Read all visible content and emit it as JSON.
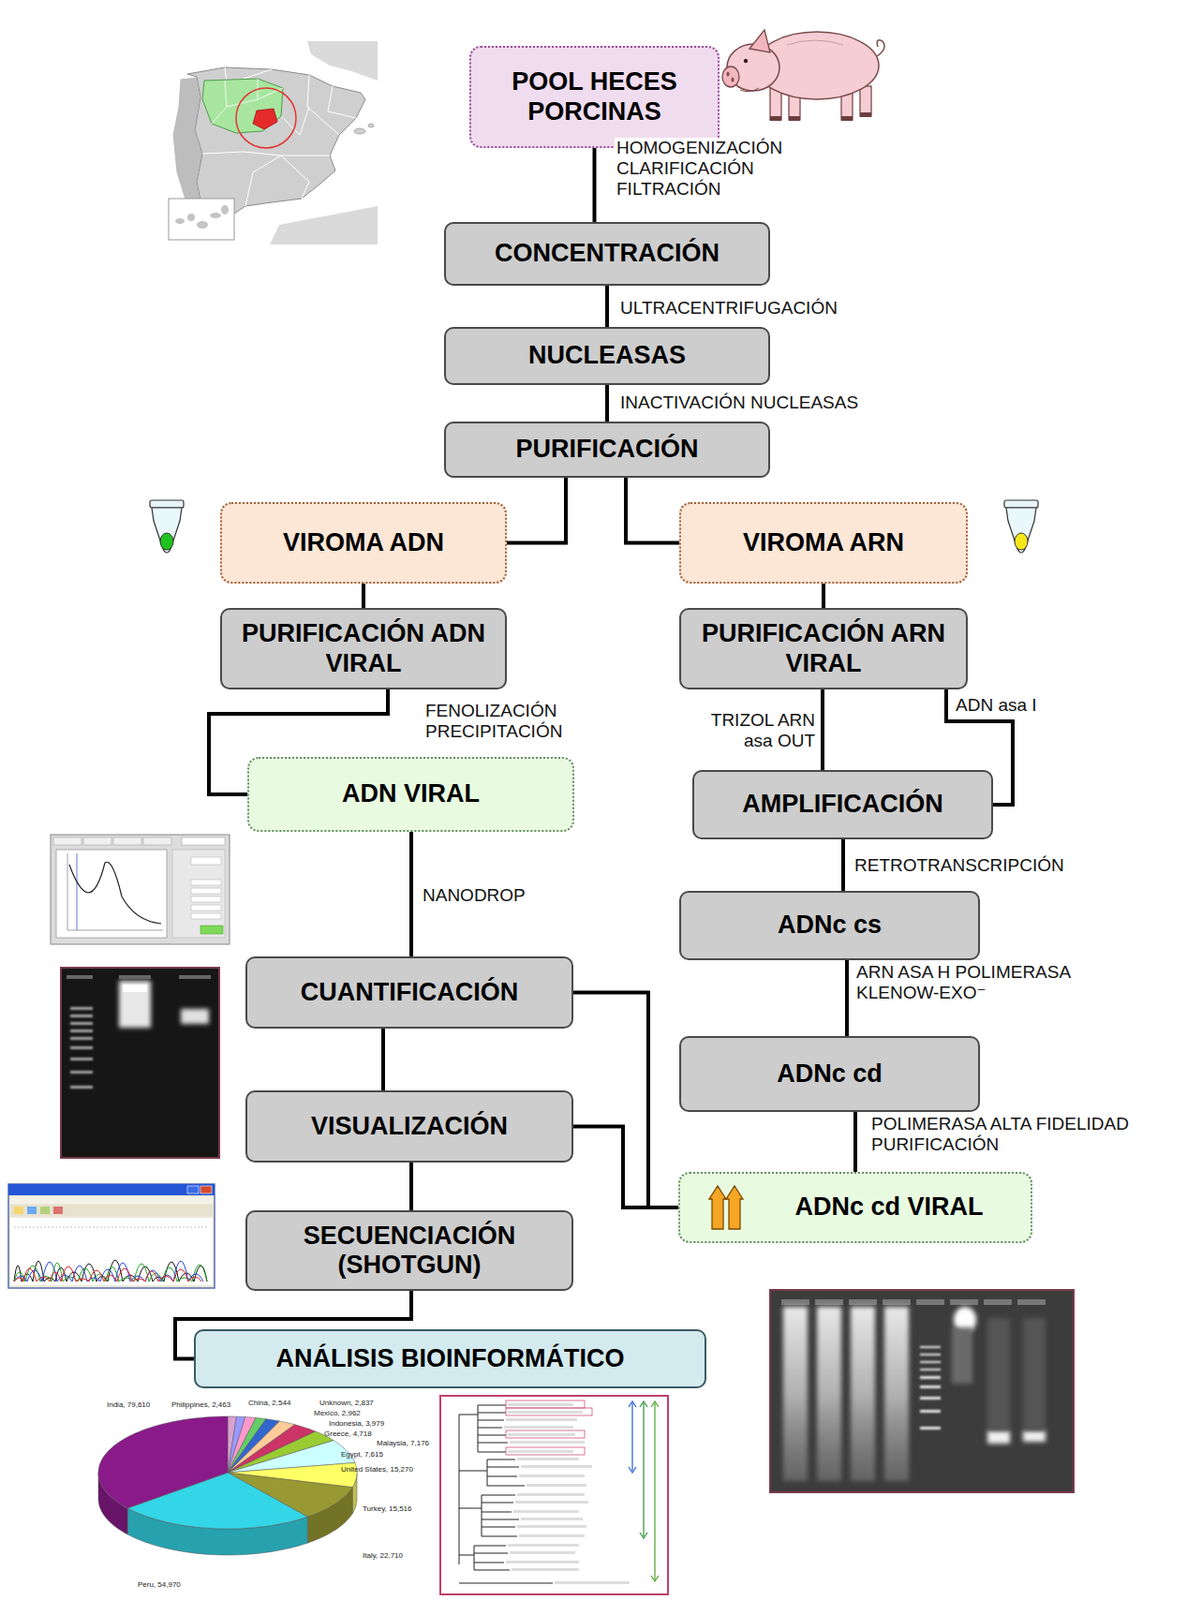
{
  "diagram": {
    "nodes": [
      {
        "text": [
          "POOL HECES PORCINAS"
        ]
      },
      {
        "text": [
          "CONCENTRACIÓN"
        ]
      },
      {
        "text": [
          "NUCLEASAS"
        ]
      },
      {
        "text": [
          "PURIFICACIÓN"
        ]
      },
      {
        "text": [
          "VIROMA ADN"
        ]
      },
      {
        "text": [
          "VIROMA ARN"
        ]
      },
      {
        "text": [
          "PURIFICACIÓN ADN VIRAL"
        ]
      },
      {
        "text": [
          "PURIFICACIÓN ARN VIRAL"
        ]
      },
      {
        "text": [
          "ADN VIRAL"
        ]
      },
      {
        "text": [
          "AMPLIFICACIÓN"
        ]
      },
      {
        "text": [
          "ADNc cs"
        ]
      },
      {
        "text": [
          "CUANTIFICACIÓN"
        ]
      },
      {
        "text": [
          "ADNc cd"
        ]
      },
      {
        "text": [
          "VISUALIZACIÓN"
        ]
      },
      {
        "text": [
          "ADNc cd VIRAL"
        ]
      },
      {
        "text": [
          "SECUENCIACIÓN (SHOTGUN)"
        ]
      },
      {
        "text": [
          "ANÁLISIS BIOINFORMÁTICO"
        ]
      }
    ],
    "edges": [
      {
        "from": 0,
        "to": 1,
        "label": "HOMOGENIZACIÓN CLARIFICACIÓN FILTRACIÓN",
        "arrow": "none"
      },
      {
        "from": 1,
        "to": 2,
        "label": "ULTRACENTRIFUGACIÓN",
        "arrow": "none"
      },
      {
        "from": 2,
        "to": 3,
        "label": "INACTIVACIÓN NUCLEASAS",
        "arrow": "none"
      },
      {
        "from": 3,
        "to": 4,
        "arrow": "none"
      },
      {
        "from": 3,
        "to": 5,
        "arrow": "none"
      },
      {
        "from": 4,
        "to": 6,
        "arrow": "none"
      },
      {
        "from": 5,
        "to": 7,
        "arrow": "none"
      },
      {
        "from": 6,
        "to": 8,
        "label": "FENOLIZACIÓN PRECIPITACIÓN",
        "arrow": "none"
      },
      {
        "from": 7,
        "to": 9,
        "label": "TRIZOL ARN asa OUT",
        "arrow": "none"
      },
      {
        "from": 7,
        "to": 9,
        "label": "ADN asa I",
        "arrow": "none"
      },
      {
        "from": 9,
        "to": 10,
        "label": "RETROTRANSCRIPCIÓN",
        "arrow": "none"
      },
      {
        "from": 10,
        "to": 12,
        "label": "ARN ASA H POLIMERASA KLENOW-EXO⁻",
        "arrow": "none"
      },
      {
        "from": 8,
        "to": 11,
        "label": "NANODROP",
        "arrow": "none"
      },
      {
        "from": 11,
        "to": 13,
        "arrow": "none"
      },
      {
        "from": 13,
        "to": 15,
        "arrow": "none"
      },
      {
        "from": 15,
        "to": 16,
        "arrow": "none"
      },
      {
        "from": 12,
        "to": 14,
        "label": "POLIMERASA ALTA FIDELIDAD PURIFICACIÓN",
        "arrow": "none"
      },
      {
        "from": 14,
        "to": 11,
        "arrow": "none"
      },
      {
        "from": 14,
        "to": 13,
        "arrow": "none"
      }
    ],
    "labels": [
      "India, 79,610",
      "Philippines, 2,463",
      "China, 2,544",
      "Unknown, 2,837",
      "Mexico, 2,962",
      "Indonesia, 3,979",
      "Greece, 4,718",
      "Malaysia, 7,176",
      "Egypt, 7,615",
      "United States, 15,270",
      "Turkey, 15,516",
      "Italy, 22,710",
      "Peru, 54,970"
    ]
  }
}
